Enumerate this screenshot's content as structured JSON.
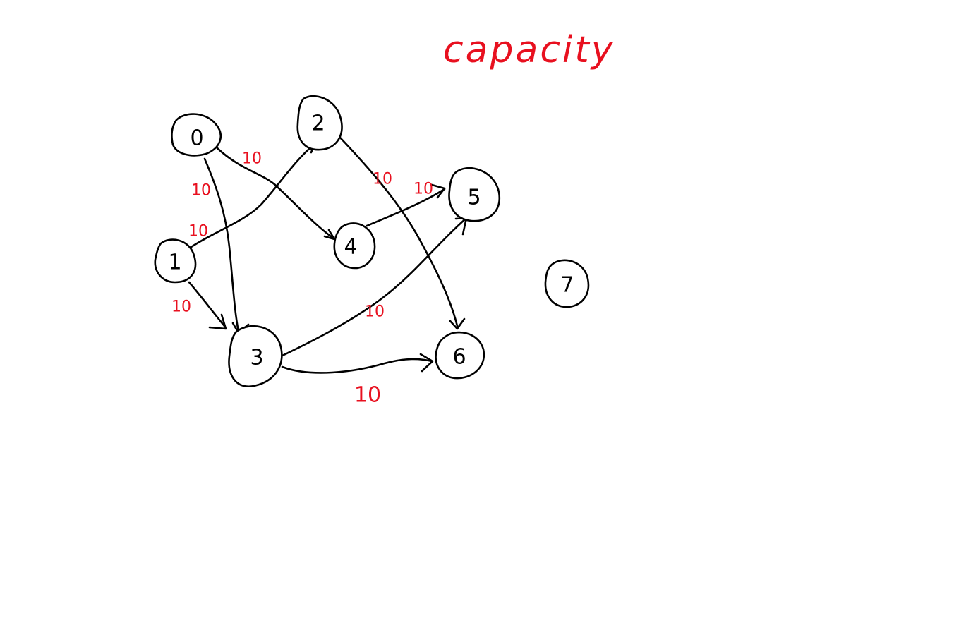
{
  "title": "capacity",
  "colors": {
    "ink": "#000000",
    "capacity": "#e8101f",
    "background": "#ffffff"
  },
  "nodes": [
    {
      "id": "0",
      "label": "0"
    },
    {
      "id": "1",
      "label": "1"
    },
    {
      "id": "2",
      "label": "2"
    },
    {
      "id": "3",
      "label": "3"
    },
    {
      "id": "4",
      "label": "4"
    },
    {
      "id": "5",
      "label": "5"
    },
    {
      "id": "6",
      "label": "6"
    },
    {
      "id": "7",
      "label": "7"
    }
  ],
  "edges": [
    {
      "from": "0",
      "to": "4",
      "capacity": "10"
    },
    {
      "from": "0",
      "to": "3",
      "capacity": "10"
    },
    {
      "from": "1",
      "to": "2",
      "capacity": "10"
    },
    {
      "from": "1",
      "to": "3",
      "capacity": "10"
    },
    {
      "from": "2",
      "to": "6",
      "capacity": "10"
    },
    {
      "from": "4",
      "to": "5",
      "capacity": "10"
    },
    {
      "from": "3",
      "to": "5",
      "capacity": "10"
    },
    {
      "from": "3",
      "to": "6",
      "capacity": "10"
    }
  ]
}
